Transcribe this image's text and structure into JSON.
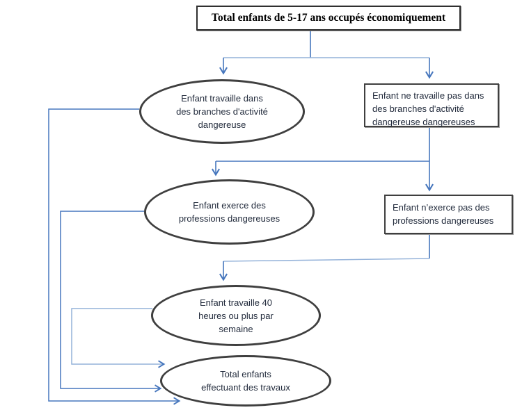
{
  "diagram": {
    "title_box": {
      "text": "Total enfants de 5-17 ans occupés économiquement"
    },
    "nodes": {
      "hazardous_branches": {
        "shape": "ellipse",
        "lines": [
          "Enfant travaille dans",
          "des branches d'activité",
          "dangereuse"
        ]
      },
      "not_hazardous_branches": {
        "shape": "rect",
        "lines": [
          "Enfant ne travaille pas dans",
          "des branches d'activité",
          "dangereuse dangereuses"
        ]
      },
      "hazardous_occupations": {
        "shape": "ellipse",
        "lines": [
          "Enfant exerce des",
          "professions dangereuses"
        ]
      },
      "not_hazardous_occupations": {
        "shape": "rect",
        "lines": [
          "Enfant n’exerce pas des",
          "professions dangereuses"
        ]
      },
      "forty_hours": {
        "shape": "ellipse",
        "lines": [
          "Enfant travaille 40",
          "heures ou plus par",
          "semaine"
        ]
      },
      "total_children": {
        "shape": "ellipse",
        "lines": [
          "Total enfants",
          "effectuant des travaux"
        ]
      }
    },
    "colors": {
      "connector_primary": "#4676bd",
      "connector_light": "#94b2d9",
      "shape_border": "#3f3f3f",
      "node_text": "#232c3d",
      "title_text": "#000000"
    }
  }
}
